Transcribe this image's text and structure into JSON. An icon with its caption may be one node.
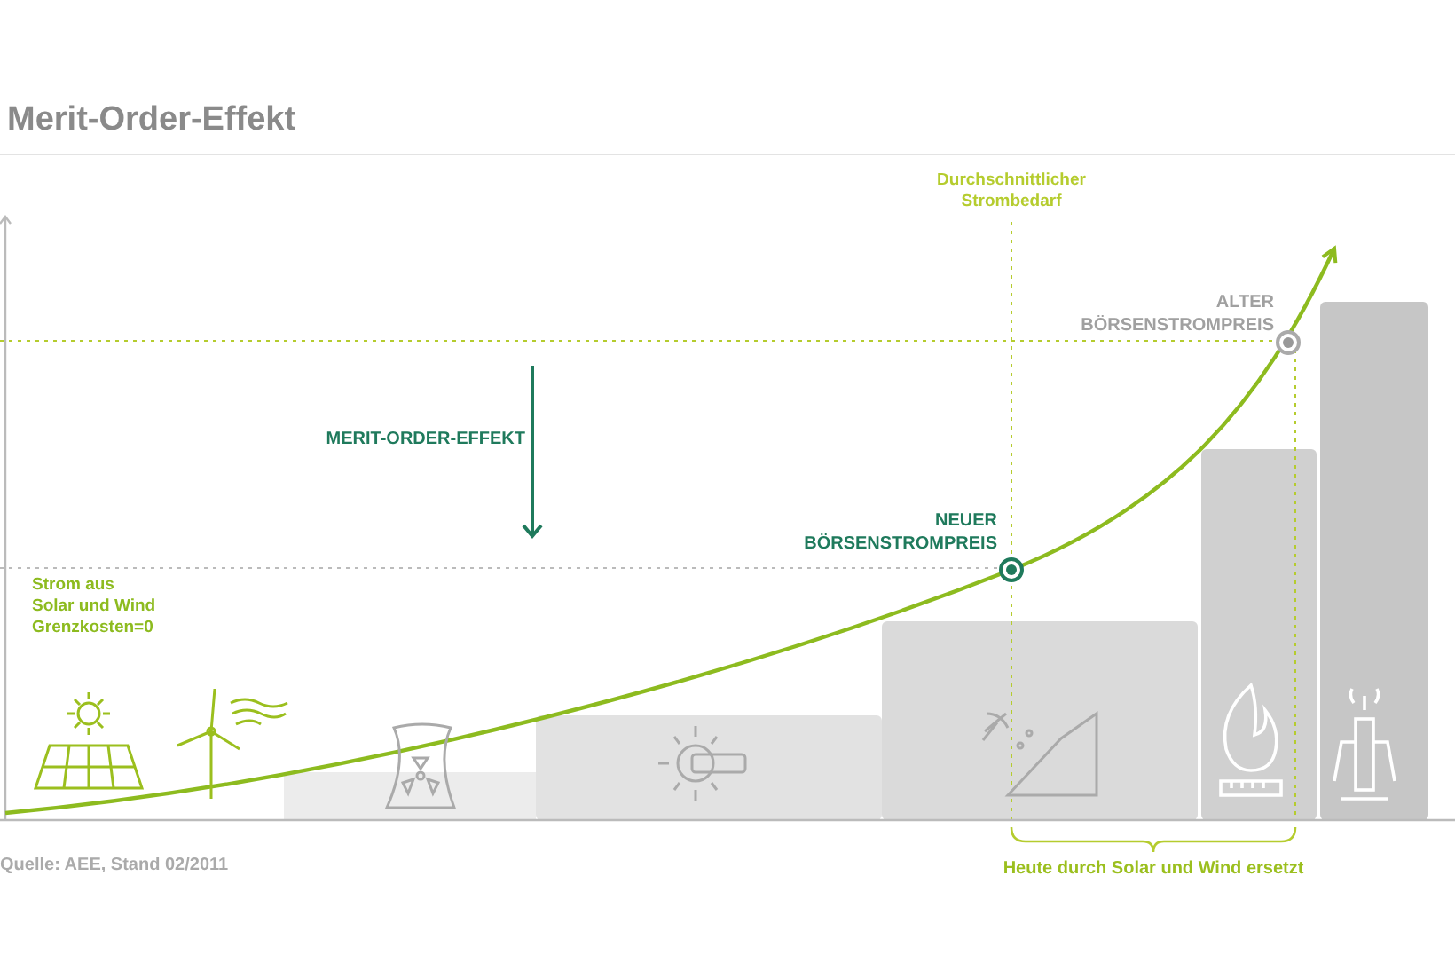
{
  "diagram": {
    "title": "Merit-Order-Effekt",
    "caption": "Quelle: AEE, Stand 02/2011",
    "labels": [
      "Durchschnittlicher Strombedarf",
      "ALTER BÖRSENSTROMPREIS",
      "MERIT-ORDER-EFFEKT",
      "NEUER BÖRSENSTROMPREIS",
      "Strom aus Solar und Wind Grenzkosten=0",
      "Heute durch Solar und Wind ersetzt"
    ]
  }
}
